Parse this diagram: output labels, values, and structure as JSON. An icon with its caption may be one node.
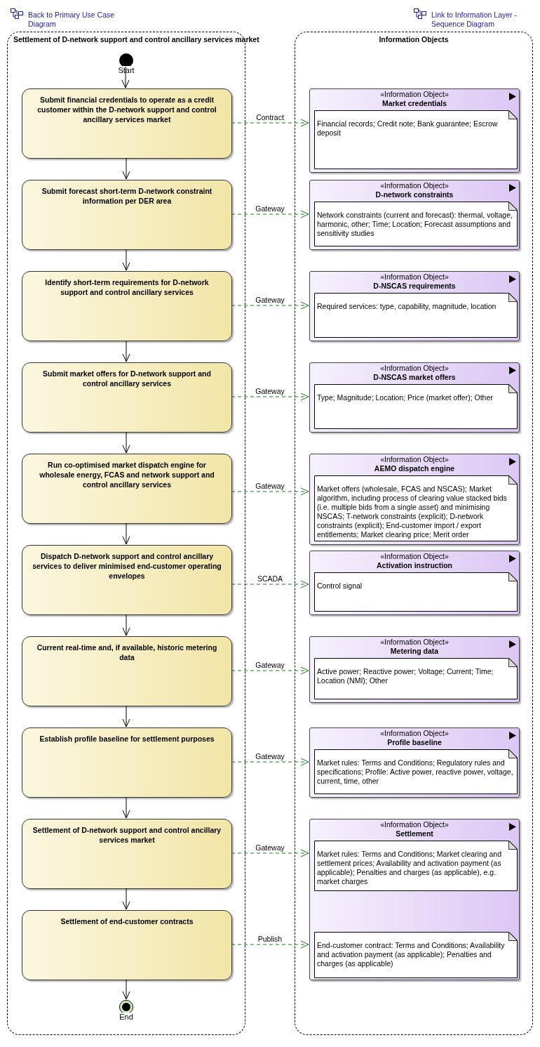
{
  "diagram": {
    "nodes": [
      {
        "text": [
          "Settlement of D-network support and control ancillary services market"
        ]
      },
      {
        "text": [],
        "shape": "circle",
        "in": 0,
        "beside": [
          "Start"
        ]
      },
      {
        "text": [
          "Submit financial credentials to operate as a credit customer within the D-network support and control ancillary services market"
        ],
        "in": 0
      },
      {
        "text": [
          "Submit forecast short-term D-network constraint information per DER area"
        ],
        "in": 0
      },
      {
        "text": [
          "Identify short-term requirements for D-network support and control ancillary services"
        ],
        "in": 0
      },
      {
        "text": [
          "Submit market offers for D-network support and control ancillary services"
        ],
        "in": 0
      },
      {
        "text": [
          "Run co-optimised market dispatch engine for wholesale energy, FCAS and network support and control ancillary services"
        ],
        "in": 0
      },
      {
        "text": [
          "Dispatch D-network support and control ancillary services to deliver minimised end-customer operating envelopes"
        ],
        "in": 0
      },
      {
        "text": [
          "Current real-time and, if available, historic metering data"
        ],
        "in": 0
      },
      {
        "text": [
          "Establish profile baseline for settlement purposes"
        ],
        "in": 0
      },
      {
        "text": [
          "Settlement of D-network support and control ancillary services market"
        ],
        "in": 0
      },
      {
        "text": [
          "Settlement of end-customer contracts"
        ],
        "in": 0
      },
      {
        "text": [],
        "shape": "circle",
        "in": 0,
        "beside": [
          "End"
        ]
      },
      {
        "text": [
          "Information Objects"
        ]
      },
      {
        "text": [
          "«Information Object»",
          "Market credentials"
        ],
        "in": 13
      },
      {
        "text": [
          "Financial records; Credit note; Bank guarantee; Escrow deposit"
        ],
        "in": 14
      },
      {
        "text": [
          "«Information Object»",
          "D-network constraints"
        ],
        "in": 13
      },
      {
        "text": [
          "Network constraints (current and forecast): thermal, voltage, harmonic, other; Time; Location; Forecast assumptions and sensitivity studies"
        ],
        "in": 16
      },
      {
        "text": [
          "«Information Object»",
          "D-NSCAS requirements"
        ],
        "in": 13
      },
      {
        "text": [
          "Required services: type, capability, magnitude, location"
        ],
        "in": 18
      },
      {
        "text": [
          "«Information Object»",
          "D-NSCAS market offers"
        ],
        "in": 13
      },
      {
        "text": [
          "Type; Magnitude; Location; Price (market offer); Other"
        ],
        "in": 20
      },
      {
        "text": [
          "«Information Object»",
          "AEMO dispatch engine"
        ],
        "in": 13
      },
      {
        "text": [
          "Market offers (wholesale, FCAS and NSCAS); Market algorithm, including process of clearing value stacked bids (i.e. multiple bids from a single asset) and minimising NSCAS; T-network constraints (explicit); D-network constraints (explicit); End-customer import / export entitlements; Market clearing price; Merit order"
        ],
        "in": 22
      },
      {
        "text": [
          "«Information Object»",
          "Activation instruction"
        ],
        "in": 13
      },
      {
        "text": [
          "Control signal"
        ],
        "in": 24
      },
      {
        "text": [
          "«Information Object»",
          "Metering data"
        ],
        "in": 13
      },
      {
        "text": [
          "Active power; Reactive power; Voltage; Current; Time; Location (NMI); Other"
        ],
        "in": 26
      },
      {
        "text": [
          "«Information Object»",
          "Profile baseline"
        ],
        "in": 13
      },
      {
        "text": [
          "Market rules: Terms and Conditions; Regulatory rules and specifications; Profile: Active power, reactive power, voltage, current, time, other"
        ],
        "in": 28
      },
      {
        "text": [
          "«Information Object»",
          "Settlement"
        ],
        "in": 13
      },
      {
        "text": [
          "Market rules: Terms and Conditions; Market clearing and settlement prices; Availability and activation payment (as applicable); Penalties and charges (as applicable), e.g. market charges"
        ],
        "in": 30
      },
      {
        "text": [
          "End-customer contract: Terms and Conditions; Availability and activation payment (as applicable); Penalties and charges (as applicable)"
        ],
        "in": 30
      }
    ],
    "edges": [
      {
        "from": 1,
        "to": 2,
        "arrow": "to"
      },
      {
        "from": 2,
        "to": 3,
        "arrow": "to"
      },
      {
        "from": 3,
        "to": 4,
        "arrow": "to"
      },
      {
        "from": 4,
        "to": 5,
        "arrow": "to"
      },
      {
        "from": 5,
        "to": 6,
        "arrow": "to"
      },
      {
        "from": 6,
        "to": 7,
        "arrow": "to"
      },
      {
        "from": 7,
        "to": 8,
        "arrow": "to"
      },
      {
        "from": 8,
        "to": 9,
        "arrow": "to"
      },
      {
        "from": 9,
        "to": 10,
        "arrow": "to"
      },
      {
        "from": 10,
        "to": 11,
        "arrow": "to"
      },
      {
        "from": 11,
        "to": 12,
        "arrow": "to"
      },
      {
        "from": 2,
        "to": 14,
        "arrow": "to",
        "label": "Contract",
        "style": "dashed",
        "color": "#1f7a1f"
      },
      {
        "from": 3,
        "to": 16,
        "arrow": "to",
        "label": "Gateway",
        "style": "dashed",
        "color": "#1f7a1f"
      },
      {
        "from": 4,
        "to": 18,
        "arrow": "to",
        "label": "Gateway",
        "style": "dashed",
        "color": "#1f7a1f"
      },
      {
        "from": 5,
        "to": 20,
        "arrow": "to",
        "label": "Gateway",
        "style": "dashed",
        "color": "#1f7a1f"
      },
      {
        "from": 6,
        "to": 22,
        "arrow": "to",
        "label": "Gateway",
        "style": "dashed",
        "color": "#1f7a1f"
      },
      {
        "from": 7,
        "to": 24,
        "arrow": "to",
        "label": "SCADA",
        "style": "dashed",
        "color": "#1f7a1f"
      },
      {
        "from": 8,
        "to": 26,
        "arrow": "to",
        "label": "Gateway",
        "style": "dashed",
        "color": "#1f7a1f"
      },
      {
        "from": 9,
        "to": 28,
        "arrow": "to",
        "label": "Gateway",
        "style": "dashed",
        "color": "#1f7a1f"
      },
      {
        "from": 10,
        "to": 30,
        "arrow": "to",
        "label": "Gateway",
        "style": "dashed",
        "color": "#1f7a1f"
      },
      {
        "from": 11,
        "to": 30,
        "arrow": "to",
        "label": "Publish",
        "style": "dashed",
        "color": "#1f7a1f"
      }
    ],
    "labels": [
      "Back to Primary Use Case Diagram",
      "Link to Information Layer - Sequence Diagram"
    ]
  }
}
